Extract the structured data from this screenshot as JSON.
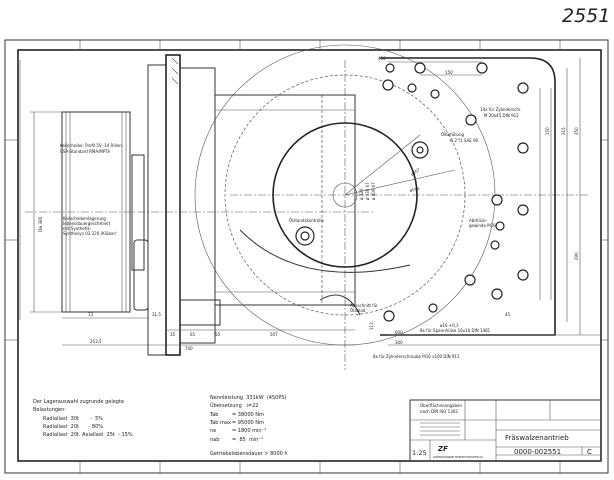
{
  "sheet_number_handwritten": "2551",
  "left_view": {
    "pulley_label_1": "Keilscheibe: Profil 5V· 14 Rillen",
    "pulley_label_2": "USA-Standard RMA/MPTA",
    "bearing_label_1": "Keilscheibenlagerung",
    "bearing_label_2": "lebensdauergeschmiert",
    "bearing_label_3": "mit Synthetik-",
    "bearing_label_4": "Synthesyn 03 220 (Klüber)",
    "dia_label": "Dw 380",
    "dim_2535": "253,5",
    "dim_31_5": "31,5",
    "dim_13": "13",
    "dim_35": "35",
    "dim_65": "65",
    "dim_50": "50",
    "dim_507": "507",
    "dim_740": "740"
  },
  "right_view": {
    "dim_450": "450",
    "dim_150": "150",
    "dim_315": "315",
    "dim_350": "350",
    "dim_290": "290",
    "dim_150b": "150",
    "dim_600": "600",
    "dim_300": "300",
    "dim_45": "45",
    "dim_113": "113",
    "hole_label_1": "14x für Zylinderschr.",
    "hole_label_2": "M 20x45  DIN 912",
    "oil_fill": "Ölbefüllung",
    "oil_fill_thread": "G 2\"/1 SAE 90",
    "dia_457": "ø457",
    "dia_565": "ø565",
    "dia_320": "ø 320",
    "dia_330": "ø 330 h7",
    "dia_400": "ø 400 h7",
    "oil_level": "Ölstandskontrolle",
    "pull_thread_1": "Abdrück-",
    "pull_thread_2": "gewinde M16",
    "drain_1": "Ausschnitt für",
    "drain_2": "Ölablaß",
    "dowel_label": "8x für Spannhülse 16x10 DIN 1481",
    "bolt_label": "8x für Zylinderschraube M16 x100 DIN 912",
    "dia_16": "ø16 +0,1"
  },
  "notes": {
    "bearing_heading": "Der Lagerauswahl zugrunde gelegte",
    "loads_heading": "Belastungen:",
    "load_1": "Radiallast  30t       -  5%",
    "load_2": "Radiallast  20t      - 80%",
    "load_3": "Radiallast  20t. Axiallast  25t  - 15%"
  },
  "specs": {
    "power": "Nennleistung  331kW  (450PS)",
    "ratio": "Übersetzung   i=22",
    "t_ab_label": "Tab",
    "t_ab_value": "= 38000 Nm",
    "t_ab_max_label": "Tab max",
    "t_ab_max_value": "= 95000 Nm",
    "n_e_label": "ne",
    "n_e_value": "= 1800 min⁻¹",
    "n_ab_label": "nab",
    "n_ab_value": "=  85  min⁻¹",
    "life": "Getriebelebensdauer > 8000 h"
  },
  "title_block": {
    "surface_1": "Oberflächenangaben",
    "surface_2": "nach  DIN  ISO  1302",
    "scale": "1:25",
    "company_logo": "ZF",
    "company_name": "ZAHNRADFABRIK FRIEDRICHSHAFEN AG",
    "title": "Fräswalzenantrieb",
    "drawing_number": "0000-002551",
    "revision": "C"
  }
}
